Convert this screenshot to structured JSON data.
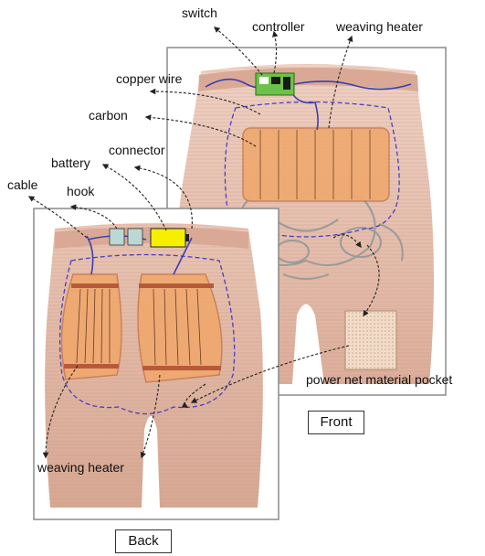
{
  "labels": {
    "switch": "switch",
    "controller": "controller",
    "weaving_heater_top": "weaving heater",
    "copper_wire": "copper wire",
    "carbon": "carbon",
    "connector": "connector",
    "battery": "battery",
    "cable": "cable",
    "hook": "hook",
    "weaving_heater_bottom": "weaving heater",
    "power_net_pocket": "power net material pocket"
  },
  "views": {
    "front": "Front",
    "back": "Back"
  },
  "colors": {
    "garment": "#e9c3b3",
    "garment_shade": "#d7a796",
    "heater": "#f0a86e",
    "heater_stripe": "#c87b52",
    "dashed_outline": "#4a3fbf",
    "wire": "#3a3fb0",
    "controller_green": "#6cc24a",
    "battery_yellow": "#f5f000"
  }
}
